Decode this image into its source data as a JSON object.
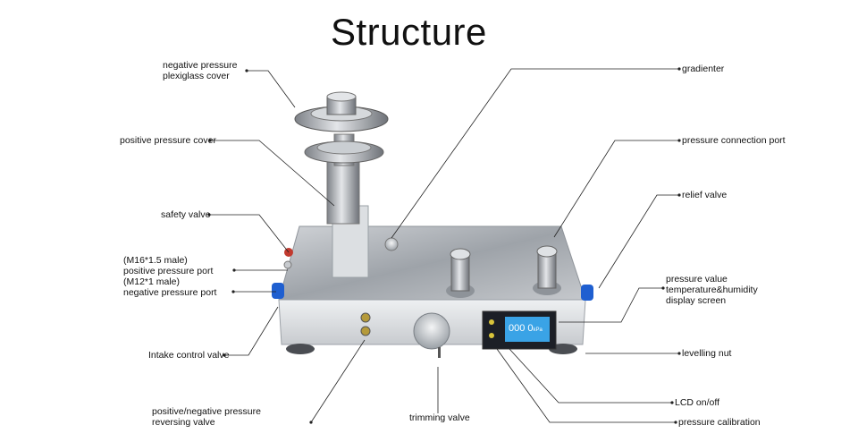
{
  "title": "Structure",
  "labels": {
    "negative_cover_1": "negative pressure",
    "negative_cover_2": "plexiglass cover",
    "positive_cover": "positive pressure cover",
    "safety_valve": "safety valve",
    "m16": "(M16*1.5 male)",
    "positive_port": "positive pressure port",
    "m12": "(M12*1 male)",
    "negative_port": "negative pressure port",
    "intake_valve": "Intake control valve",
    "reversing_1": "positive/negative pressure",
    "reversing_2": "reversing valve",
    "trimming_valve": "trimming valve",
    "gradienter": "gradienter",
    "connection_port": "pressure connection port",
    "relief_valve": "relief valve",
    "display_1": "pressure value",
    "display_2": "temperature&humidity",
    "display_3": "display screen",
    "levelling_nut": "levelling nut",
    "lcd_onoff": "LCD on/off",
    "calibration": "pressure calibration"
  },
  "screen": {
    "reading": "000 0",
    "unit": "kPa"
  },
  "colors": {
    "steel": "#b9bcc0",
    "base": "#d7d9dc",
    "port_blue": "#1f5fd0",
    "lcd_blue": "#3aa3e6",
    "panel": "#1c1f26"
  }
}
